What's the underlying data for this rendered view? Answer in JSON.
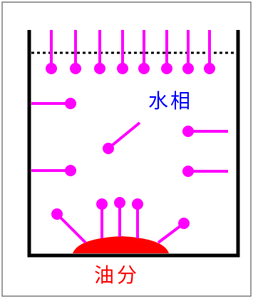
{
  "labels": {
    "water_phase": "水相",
    "oil_phase": "油分"
  },
  "colors": {
    "surfactant": "#ff00ff",
    "oil": "#ff0000",
    "water_label": "#0000ff",
    "oil_label": "#ff0000",
    "container": "#000000",
    "outer_frame": "#7f7f7f",
    "water_surface": "#000000"
  },
  "surfactant_molecule": {
    "head_shape": "circle",
    "tail_shape": "line"
  }
}
